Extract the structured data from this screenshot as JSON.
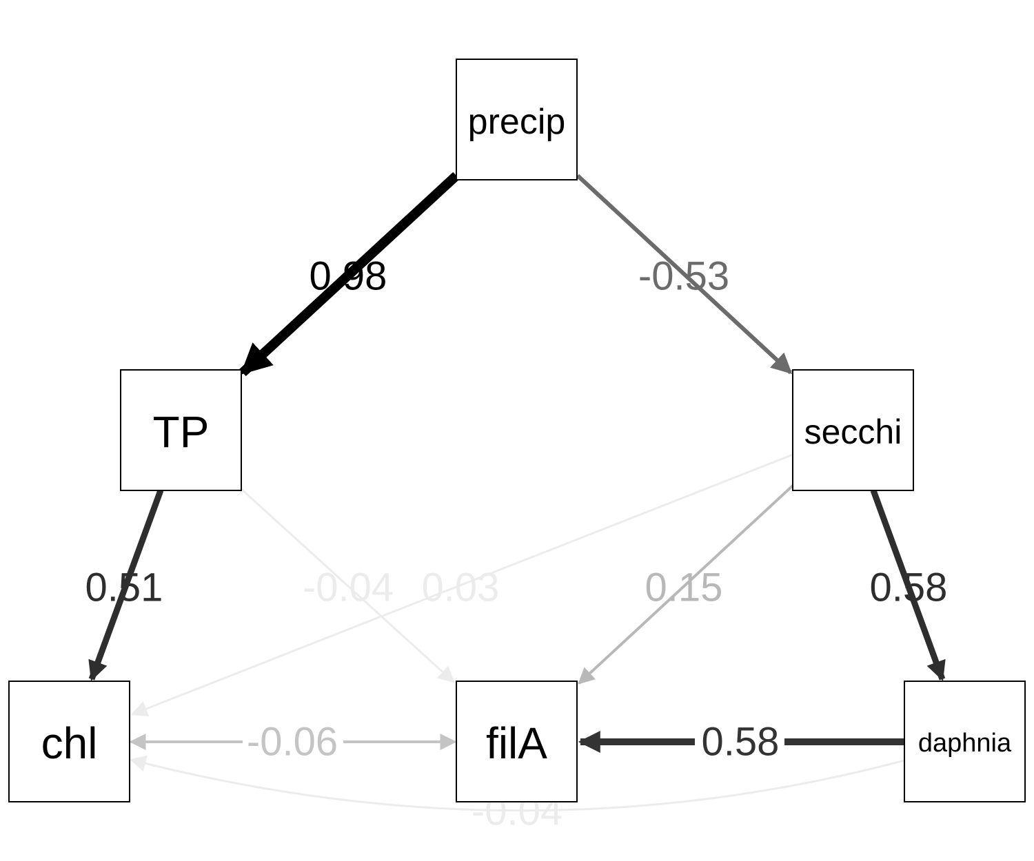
{
  "nodes": {
    "precip": {
      "label": "precip"
    },
    "tp": {
      "label": "TP"
    },
    "secchi": {
      "label": "secchi"
    },
    "chl": {
      "label": "chl"
    },
    "fila": {
      "label": "filA"
    },
    "daphnia": {
      "label": "daphnia"
    }
  },
  "edges": {
    "precip_tp": {
      "label": "0.98",
      "color": "#000000"
    },
    "precip_secchi": {
      "label": "-0.53",
      "color": "#6b6b6b"
    },
    "tp_chl": {
      "label": "0.51",
      "color": "#2e2e2e"
    },
    "tp_fila": {
      "label": "-0.04",
      "color": "#ececec"
    },
    "secchi_chl": {
      "label": "0.03",
      "color": "#ececec"
    },
    "secchi_fila": {
      "label": "0.15",
      "color": "#b8b8b8"
    },
    "secchi_daphnia": {
      "label": "0.58",
      "color": "#2e2e2e"
    },
    "chl_fila": {
      "label": "-0.06",
      "color": "#c4c4c4"
    },
    "daphnia_fila": {
      "label": "0.58",
      "color": "#333333"
    },
    "daphnia_chl": {
      "label": "-0.04",
      "color": "#ececec"
    }
  }
}
